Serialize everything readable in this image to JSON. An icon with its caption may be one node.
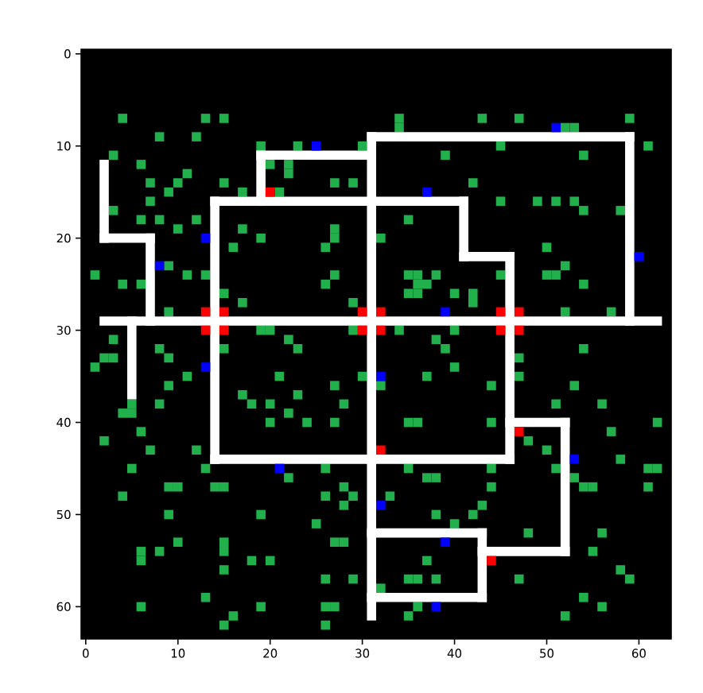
{
  "diagram": {
    "labels": [
      "0",
      "10",
      "20",
      "30",
      "40",
      "50",
      "60",
      "0",
      "10",
      "20",
      "30",
      "40",
      "50",
      "60"
    ]
  }
}
